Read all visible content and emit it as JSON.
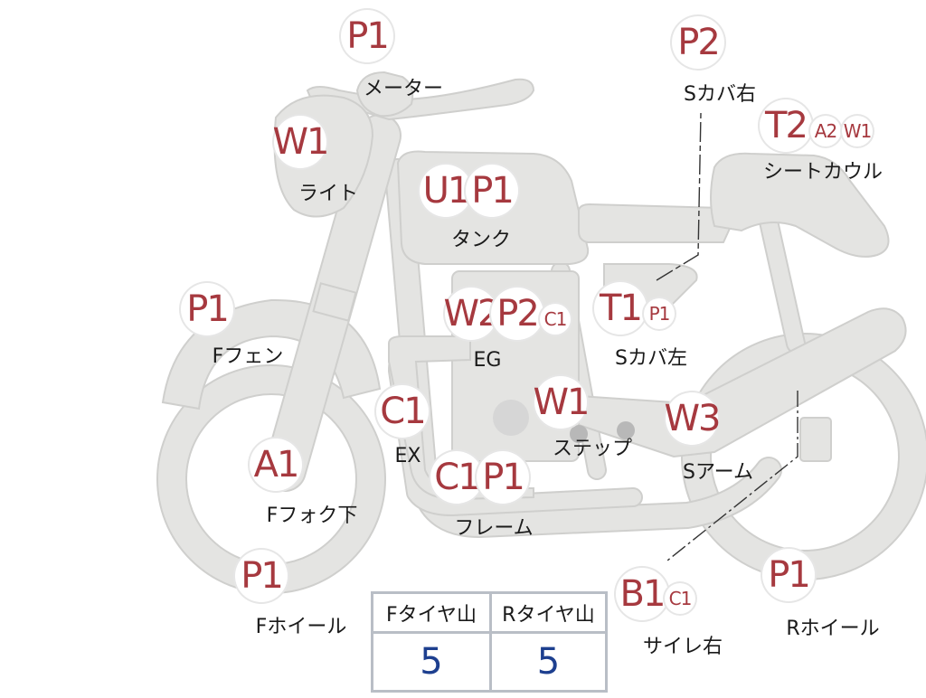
{
  "parts": [
    {
      "label": "メーター",
      "badges": [
        "P1"
      ]
    },
    {
      "label": "ライト",
      "badges": [
        "W1"
      ]
    },
    {
      "label": "タンク",
      "badges": [
        "U1",
        "P1"
      ]
    },
    {
      "label": "Sカバ右",
      "badges": [
        "P2"
      ]
    },
    {
      "label": "シートカウル",
      "badges": [
        "T2",
        "A2",
        "W1"
      ]
    },
    {
      "label": "Fフェン",
      "badges": [
        "P1"
      ]
    },
    {
      "label": "EG",
      "badges": [
        "W2",
        "P2",
        "C1"
      ]
    },
    {
      "label": "Sカバ左",
      "badges": [
        "T1",
        "P1"
      ]
    },
    {
      "label": "EX",
      "badges": [
        "C1"
      ]
    },
    {
      "label": "ステップ",
      "badges": [
        "W1"
      ]
    },
    {
      "label": "Sアーム",
      "badges": [
        "W3"
      ]
    },
    {
      "label": "Fフォク下",
      "badges": [
        "A1"
      ]
    },
    {
      "label": "フレーム",
      "badges": [
        "C1",
        "P1"
      ]
    },
    {
      "label": "Fホイール",
      "badges": [
        "P1"
      ]
    },
    {
      "label": "サイレ右",
      "badges": [
        "B1",
        "C1"
      ]
    },
    {
      "label": "Rホイール",
      "badges": [
        "P1"
      ]
    }
  ],
  "tire_table": {
    "headers": [
      "Fタイヤ山",
      "Rタイヤ山"
    ],
    "values": [
      "5",
      "5"
    ]
  },
  "colors": {
    "badge_text": "#a6393f",
    "tire_value": "#1d3f8f",
    "bike_fill": "#e4e4e2"
  }
}
